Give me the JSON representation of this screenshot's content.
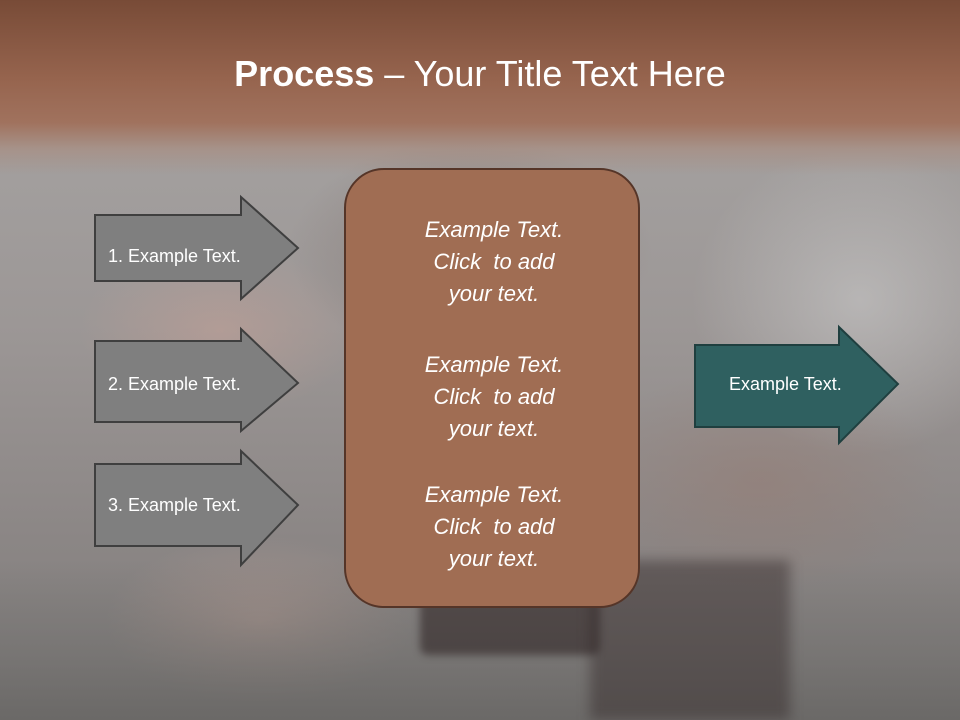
{
  "slide": {
    "title_bold": "Process",
    "title_rest": " – Your Title Text Here"
  },
  "left_arrows": [
    {
      "label": "1. Example Text."
    },
    {
      "label": "2. Example Text."
    },
    {
      "label": "3. Example Text."
    }
  ],
  "center_box": {
    "blocks": [
      {
        "lines": [
          "Example Text.",
          "Click  to add",
          "your text."
        ]
      },
      {
        "lines": [
          "Example Text.",
          "Click  to add",
          "your text."
        ]
      },
      {
        "lines": [
          "Example Text.",
          "Click  to add",
          "your text."
        ]
      }
    ]
  },
  "right_arrow": {
    "label": "Example Text."
  },
  "colors": {
    "header": "#965f48",
    "left_arrow_fill": "#7f7f7f",
    "center_box_fill": "#a06d53",
    "right_arrow_fill": "#2f6060",
    "outline": "#3f3f3f"
  }
}
